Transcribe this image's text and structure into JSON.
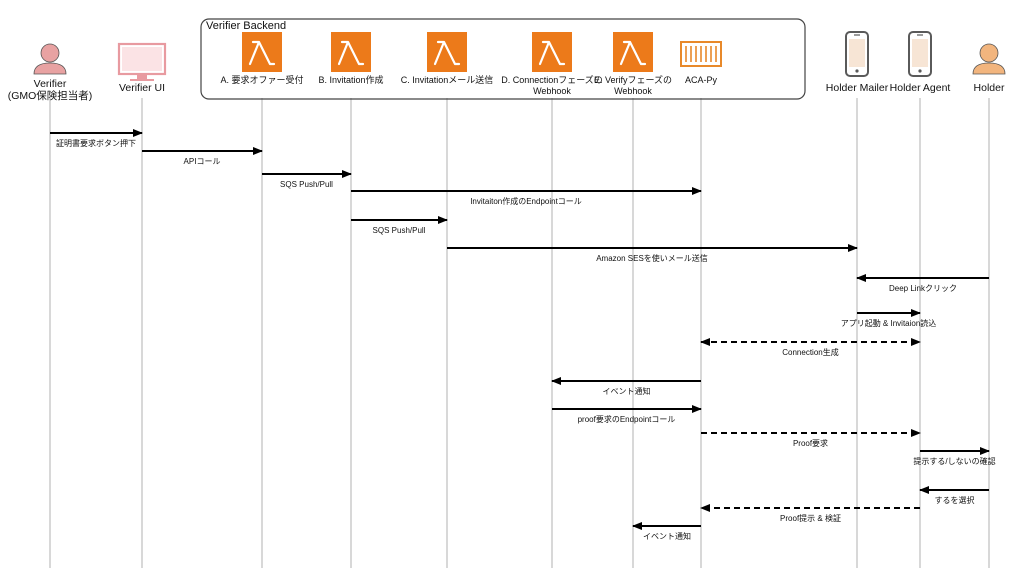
{
  "group": {
    "title": "Verifier Backend"
  },
  "participants": [
    {
      "id": "verifier",
      "label_line1": "Verifier",
      "label_line2": "(GMO保険担当者)",
      "icon": "person-icon"
    },
    {
      "id": "verifier-ui",
      "label": "Verifier UI",
      "icon": "monitor-icon"
    },
    {
      "id": "lambda-a",
      "label_line1": "A. 要求オファー受付",
      "label_line2": "",
      "icon": "lambda-icon"
    },
    {
      "id": "lambda-b",
      "label_line1": "B. Invitation作成",
      "label_line2": "",
      "icon": "lambda-icon"
    },
    {
      "id": "lambda-c",
      "label_line1": "C. Invitationメール送信",
      "label_line2": "",
      "icon": "lambda-icon"
    },
    {
      "id": "lambda-d",
      "label_line1": "D. Connectionフェーズの",
      "label_line2": "Webhook",
      "icon": "lambda-icon"
    },
    {
      "id": "lambda-e",
      "label_line1": "E. Verifyフェーズの",
      "label_line2": "Webhook",
      "icon": "lambda-icon"
    },
    {
      "id": "aca-py",
      "label": "ACA-Py",
      "icon": "container-icon"
    },
    {
      "id": "holder-mailer",
      "label": "Holder Mailer",
      "icon": "phone-icon"
    },
    {
      "id": "holder-agent",
      "label": "Holder Agent",
      "icon": "phone-icon"
    },
    {
      "id": "holder",
      "label": "Holder",
      "icon": "person-icon"
    }
  ],
  "messages": [
    {
      "from": "verifier",
      "to": "verifier-ui",
      "label": "証明書要求ボタン押下",
      "style": "solid"
    },
    {
      "from": "verifier-ui",
      "to": "lambda-a",
      "label": "APIコール",
      "style": "solid"
    },
    {
      "from": "lambda-a",
      "to": "lambda-b",
      "label": "SQS Push/Pull",
      "style": "solid"
    },
    {
      "from": "lambda-b",
      "to": "aca-py",
      "label": "Invitaiton作成のEndpointコール",
      "style": "solid"
    },
    {
      "from": "lambda-b",
      "to": "lambda-c",
      "label": "SQS Push/Pull",
      "style": "solid"
    },
    {
      "from": "lambda-c",
      "to": "holder-mailer",
      "label": "Amazon SESを使いメール送信",
      "style": "solid"
    },
    {
      "from": "holder",
      "to": "holder-mailer",
      "label": "Deep Linkクリック",
      "style": "solid"
    },
    {
      "from": "holder-mailer",
      "to": "holder-agent",
      "label": "アプリ起動 & Invitaion読込",
      "style": "solid"
    },
    {
      "from": "aca-py",
      "to": "holder-agent",
      "label": "Connection生成",
      "style": "dashed-both"
    },
    {
      "from": "aca-py",
      "to": "lambda-d",
      "label": "イベント通知",
      "style": "solid"
    },
    {
      "from": "lambda-d",
      "to": "aca-py",
      "label": "proof要求のEndpointコール",
      "style": "solid"
    },
    {
      "from": "aca-py",
      "to": "holder-agent",
      "label": "Proof要求",
      "style": "dashed"
    },
    {
      "from": "holder-agent",
      "to": "holder",
      "label": "提示する/しないの確認",
      "style": "solid"
    },
    {
      "from": "holder",
      "to": "holder-agent",
      "label": "するを選択",
      "style": "solid"
    },
    {
      "from": "holder-agent",
      "to": "aca-py",
      "label": "Proof提示 & 検証",
      "style": "dashed"
    },
    {
      "from": "aca-py",
      "to": "lambda-e",
      "label": "イベント通知",
      "style": "solid"
    }
  ],
  "colors": {
    "lambda": "#ec7a1a",
    "person_verifier": "#e8a2a2",
    "person_holder": "#f2b57e",
    "monitor": "#e89aa0",
    "aca": "#e8892a",
    "phone": "#5a5a5a",
    "lifeline": "#c7c7c7"
  }
}
